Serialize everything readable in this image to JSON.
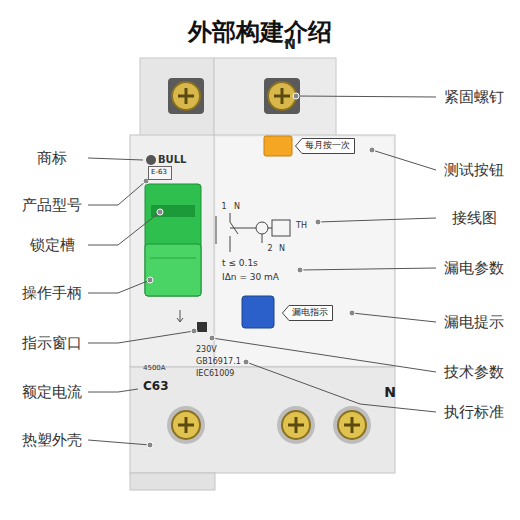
{
  "diagram": {
    "title": "外部构建介绍",
    "nodes": [
      {
        "text": [
          "E-63"
        ]
      },
      {
        "text": [
          "每月按一次"
        ]
      },
      {
        "text": [
          "漏电指示"
        ]
      }
    ],
    "labels": [
      "商标",
      "产品型号",
      "锁定槽",
      "操作手柄",
      "指示窗口",
      "额定电流",
      "热塑外壳",
      "紧固螺钉",
      "测试按钮",
      "接线图",
      "漏电参数",
      "漏电提示",
      "技术参数",
      "执行标准",
      "N",
      "BULL",
      "1",
      "N",
      "TH",
      "2",
      "N",
      "t ≤ 0.1s",
      "IΔn = 30 mA",
      "4500A",
      "C63",
      "230V",
      "GB16917.1",
      "IEC61009",
      "N"
    ]
  }
}
